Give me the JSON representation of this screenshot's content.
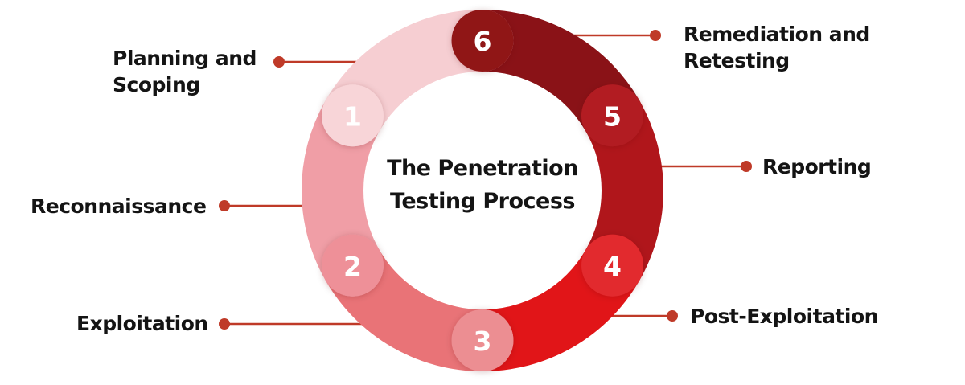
{
  "title": {
    "line1": "The Penetration",
    "line2": "Testing Process"
  },
  "stages": [
    {
      "number": "1",
      "label": "Planning and Scoping",
      "color": "#F6CED2",
      "cap_color": "#F8D5D8"
    },
    {
      "number": "2",
      "label": "Reconnaissance",
      "color": "#F09EA6",
      "cap_color": "#EE9098"
    },
    {
      "number": "3",
      "label": "Exploitation",
      "color": "#E97377",
      "cap_color": "#EC8E92"
    },
    {
      "number": "4",
      "label": "Post-Exploitation",
      "color": "#E11518",
      "cap_color": "#E22A2D"
    },
    {
      "number": "5",
      "label": "Reporting",
      "color": "#B0161B",
      "cap_color": "#B21E23"
    },
    {
      "number": "6",
      "label": "Remediation and Retesting",
      "color": "#8A1217",
      "cap_color": "#901419"
    }
  ],
  "connector_color": "#BF3A28",
  "number_color": "#FFFFFF",
  "text_color": "#141414",
  "background_color": "#FFFFFF"
}
